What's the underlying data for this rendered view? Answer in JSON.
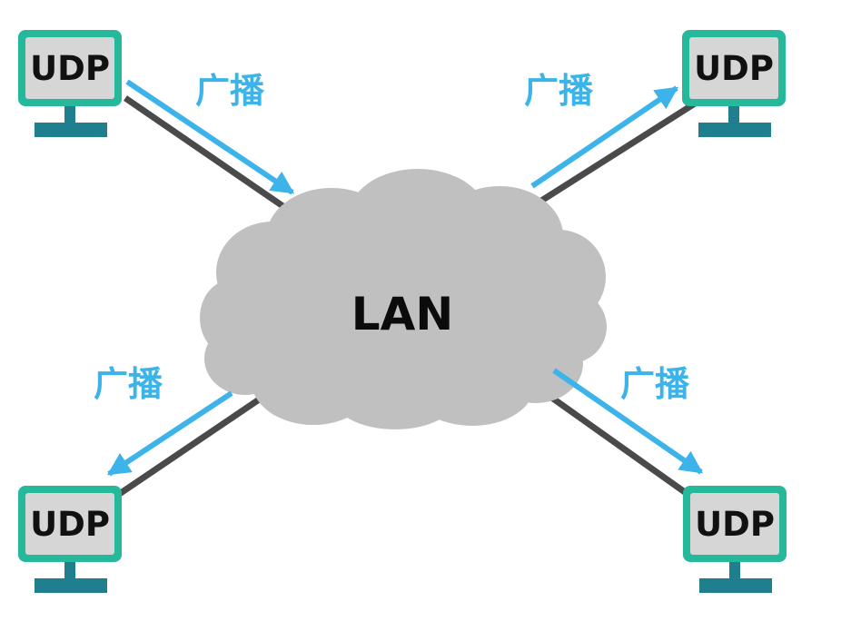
{
  "network": {
    "label": "LAN",
    "color": "#c0c0c0"
  },
  "computers": [
    {
      "id": "top-left",
      "label": "UDP"
    },
    {
      "id": "top-right",
      "label": "UDP"
    },
    {
      "id": "bottom-left",
      "label": "UDP"
    },
    {
      "id": "bottom-right",
      "label": "UDP"
    }
  ],
  "broadcasts": [
    {
      "id": "top-left",
      "label": "广播",
      "direction": "to-lan"
    },
    {
      "id": "top-right",
      "label": "广播",
      "direction": "from-lan"
    },
    {
      "id": "bottom-left",
      "label": "广播",
      "direction": "from-lan"
    },
    {
      "id": "bottom-right",
      "label": "广播",
      "direction": "from-lan"
    }
  ],
  "colors": {
    "monitor_frame": "#25b89a",
    "monitor_screen": "#d6d6d6",
    "monitor_stand": "#1f7f8f",
    "cable": "#4a4a4a",
    "arrow": "#3cb4ea"
  }
}
